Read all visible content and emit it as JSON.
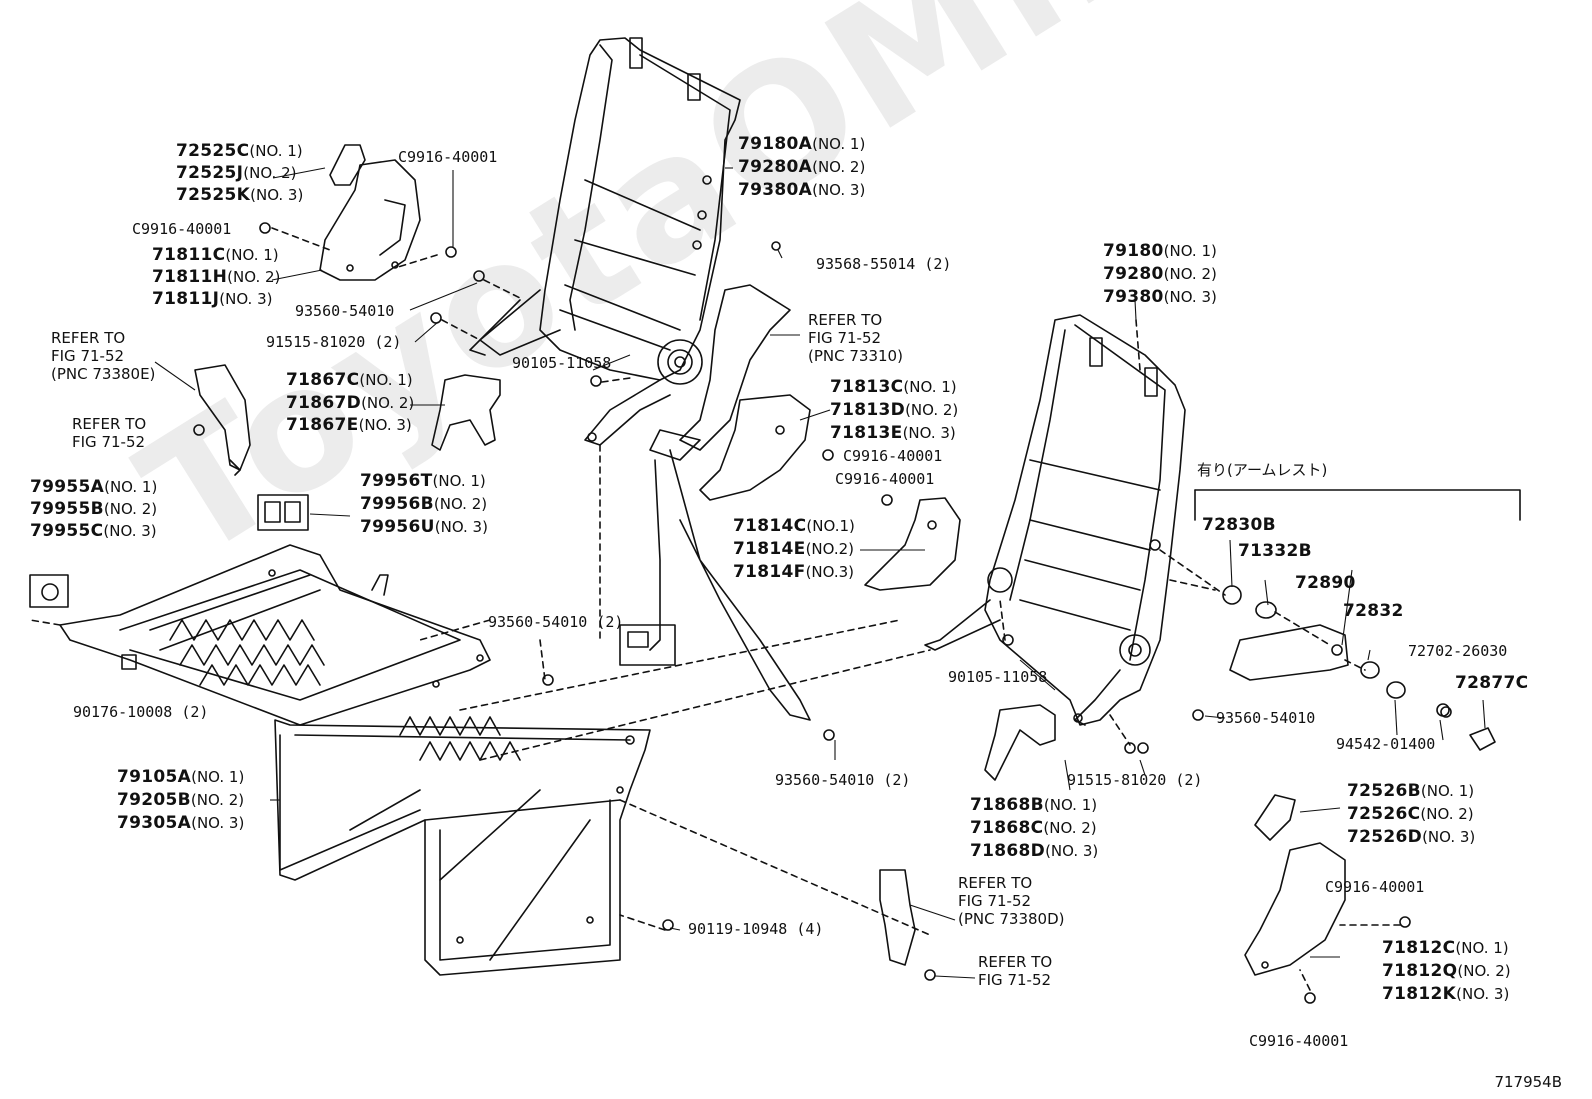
{
  "watermark": "ToyotaOMine.ru",
  "figure_code": "717954B",
  "armrest_header": "有り(アームレスト)",
  "labels": {
    "c9916_40001_top": "C9916-40001",
    "c9916_40001_left": "C9916-40001",
    "p93560_54010_a": "93560-54010",
    "p91515_81020_a": "91515-81020 (2)",
    "p90105_11058_a": "90105-11058",
    "p93568_55014": "93568-55014 (2)",
    "p93560_54010_b": "93560-54010 (2)",
    "p90176_10008": "90176-10008 (2)",
    "p93560_54010_c": "93560-54010 (2)",
    "p90119_10948": "90119-10948 (4)",
    "c9916_40001_mid": "C9916-40001",
    "c9916_40001_mid2": "C9916-40001",
    "p90105_11058_b": "90105-11058",
    "p93560_54010_d": "93560-54010",
    "p91515_81020_b": "91515-81020 (2)",
    "p72702_26030": "72702-26030",
    "p94542_01400": "94542-01400",
    "c9916_40001_r1": "C9916-40001",
    "c9916_40001_r2": "C9916-40001",
    "p72830b": "72830B",
    "p71332b": "71332B",
    "p72890": "72890",
    "p72832": "72832",
    "p72877c": "72877C"
  },
  "groups": {
    "g72525": [
      [
        "72525C",
        "(NO. 1)"
      ],
      [
        "72525J",
        "(NO. 2)"
      ],
      [
        "72525K",
        "(NO. 3)"
      ]
    ],
    "g71811": [
      [
        "71811C",
        "(NO. 1)"
      ],
      [
        "71811H",
        "(NO. 2)"
      ],
      [
        "71811J",
        "(NO. 3)"
      ]
    ],
    "g79180a": [
      [
        "79180A",
        "(NO. 1)"
      ],
      [
        "79280A",
        "(NO. 2)"
      ],
      [
        "79380A",
        "(NO. 3)"
      ]
    ],
    "g79180": [
      [
        "79180",
        "(NO. 1)"
      ],
      [
        "79280",
        "(NO. 2)"
      ],
      [
        "79380",
        "(NO. 3)"
      ]
    ],
    "g71867": [
      [
        "71867C",
        "(NO. 1)"
      ],
      [
        "71867D",
        "(NO. 2)"
      ],
      [
        "71867E",
        "(NO. 3)"
      ]
    ],
    "g71813": [
      [
        "71813C",
        "(NO. 1)"
      ],
      [
        "71813D",
        "(NO. 2)"
      ],
      [
        "71813E",
        "(NO. 3)"
      ]
    ],
    "g79955": [
      [
        "79955A",
        "(NO. 1)"
      ],
      [
        "79955B",
        "(NO. 2)"
      ],
      [
        "79955C",
        "(NO. 3)"
      ]
    ],
    "g79956": [
      [
        "79956T",
        "(NO. 1)"
      ],
      [
        "79956B",
        "(NO. 2)"
      ],
      [
        "79956U",
        "(NO. 3)"
      ]
    ],
    "g71814": [
      [
        "71814C",
        "(NO.1)"
      ],
      [
        "71814E",
        "(NO.2)"
      ],
      [
        "71814F",
        "(NO.3)"
      ]
    ],
    "g79105": [
      [
        "79105A",
        "(NO. 1)"
      ],
      [
        "79205B",
        "(NO. 2)"
      ],
      [
        "79305A",
        "(NO. 3)"
      ]
    ],
    "g71868": [
      [
        "71868B",
        "(NO. 1)"
      ],
      [
        "71868C",
        "(NO. 2)"
      ],
      [
        "71868D",
        "(NO. 3)"
      ]
    ],
    "g72526": [
      [
        "72526B",
        "(NO. 1)"
      ],
      [
        "72526C",
        "(NO. 2)"
      ],
      [
        "72526D",
        "(NO. 3)"
      ]
    ],
    "g71812": [
      [
        "71812C",
        "(NO. 1)"
      ],
      [
        "71812Q",
        "(NO. 2)"
      ],
      [
        "71812K",
        "(NO. 3)"
      ]
    ]
  },
  "refs": {
    "ref_73380e": [
      "REFER TO",
      "FIG 71-52",
      "(PNC 73380E)"
    ],
    "ref_left": [
      "REFER TO",
      "FIG 71-52"
    ],
    "ref_73310": [
      "REFER TO",
      "FIG 71-52",
      "(PNC 73310)"
    ],
    "ref_73380d": [
      "REFER TO",
      "FIG 71-52",
      "(PNC 73380D)"
    ],
    "ref_bottom": [
      "REFER TO",
      "FIG 71-52"
    ]
  }
}
